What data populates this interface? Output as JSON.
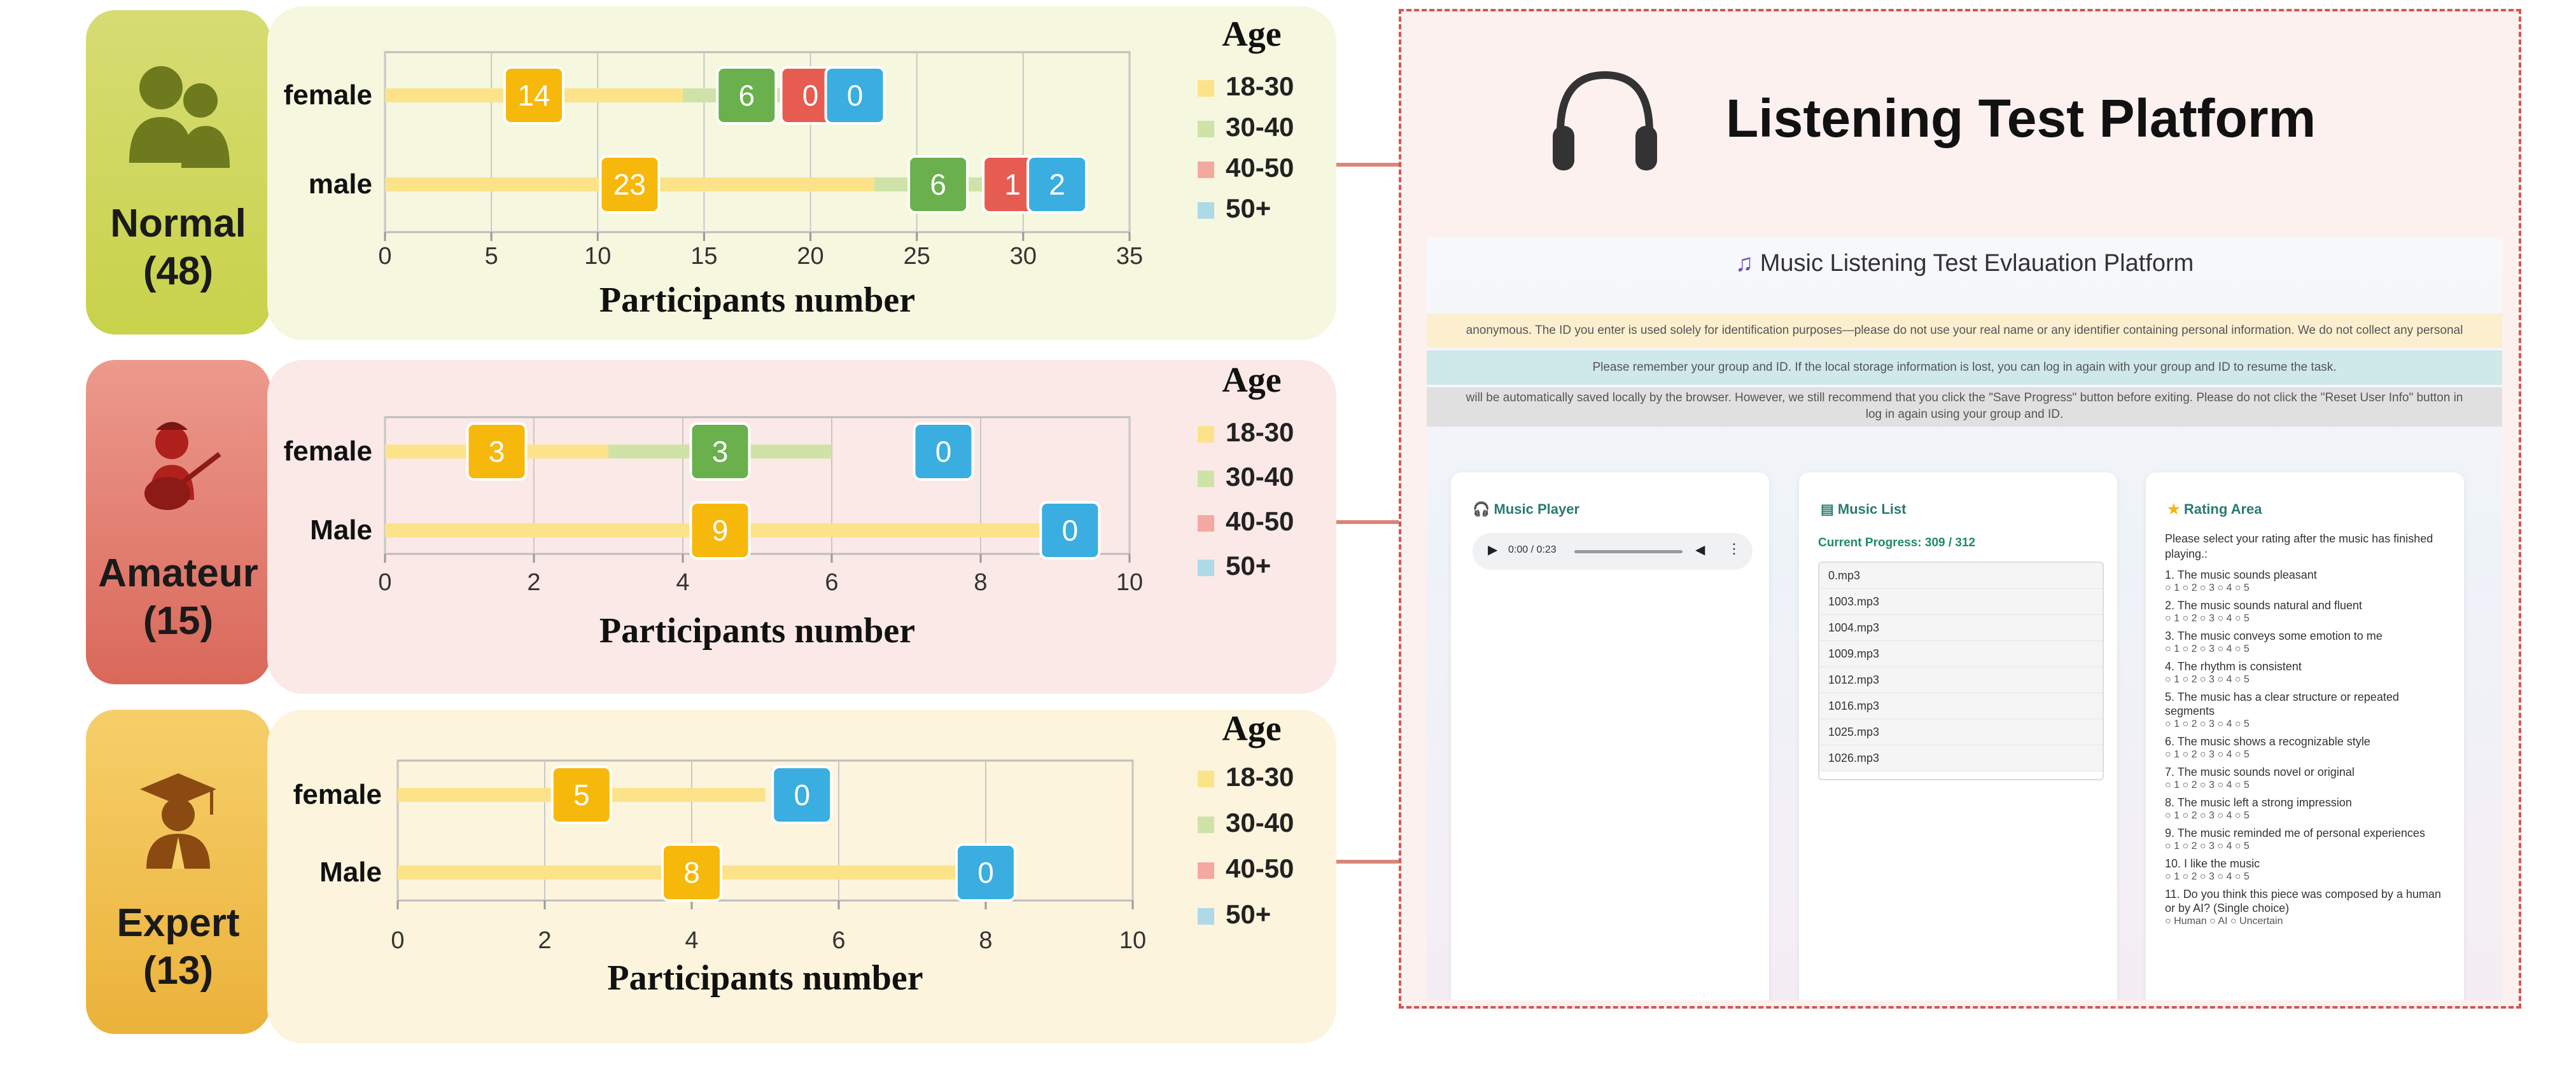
{
  "colors": {
    "age_18_30": "#fce38a",
    "age_30_40": "#cfe3a8",
    "age_40_50": "#f4a9a0",
    "age_50_plus": "#aed9e6",
    "box_18_30": "#f7b80c",
    "box_30_40": "#6ab04c",
    "box_40_50": "#e65c50",
    "box_50_plus": "#3aaee0"
  },
  "groups": [
    {
      "name": "Normal",
      "count": "(48)"
    },
    {
      "name": "Amateur",
      "count": "(15)"
    },
    {
      "name": "Expert",
      "count": "(13)"
    }
  ],
  "chart_data": [
    {
      "type": "bar",
      "orientation": "horizontal",
      "stacked": true,
      "categories": [
        "female",
        "male"
      ],
      "legend_title": "Age",
      "legend": [
        "18-30",
        "30-40",
        "40-50",
        "50+"
      ],
      "series": [
        {
          "name": "18-30",
          "values": [
            14,
            23
          ]
        },
        {
          "name": "30-40",
          "values": [
            6,
            6
          ]
        },
        {
          "name": "40-50",
          "values": [
            0,
            1
          ]
        },
        {
          "name": "50+",
          "values": [
            0,
            2
          ]
        }
      ],
      "xlabel": "Participants number",
      "xlim": [
        0,
        35
      ],
      "xticks": [
        0,
        5,
        10,
        15,
        20,
        25,
        30,
        35
      ]
    },
    {
      "type": "bar",
      "orientation": "horizontal",
      "stacked": true,
      "categories": [
        "female",
        "Male"
      ],
      "legend_title": "Age",
      "legend": [
        "18-30",
        "30-40",
        "40-50",
        "50+"
      ],
      "series": [
        {
          "name": "18-30",
          "values": [
            3,
            9
          ]
        },
        {
          "name": "30-40",
          "values": [
            3,
            0
          ]
        },
        {
          "name": "40-50",
          "values": [
            0,
            0
          ]
        },
        {
          "name": "50+",
          "values": [
            0,
            0
          ]
        }
      ],
      "xlabel": "Participants number",
      "xlim": [
        0,
        10
      ],
      "xticks": [
        0,
        2,
        4,
        6,
        8,
        10
      ]
    },
    {
      "type": "bar",
      "orientation": "horizontal",
      "stacked": true,
      "categories": [
        "female",
        "Male"
      ],
      "legend_title": "Age",
      "legend": [
        "18-30",
        "30-40",
        "40-50",
        "50+"
      ],
      "series": [
        {
          "name": "18-30",
          "values": [
            5,
            8
          ]
        },
        {
          "name": "30-40",
          "values": [
            0,
            0
          ]
        },
        {
          "name": "40-50",
          "values": [
            0,
            0
          ]
        },
        {
          "name": "50+",
          "values": [
            0,
            0
          ]
        }
      ],
      "xlabel": "Participants number",
      "xlim": [
        0,
        10
      ],
      "xticks": [
        0,
        2,
        4,
        6,
        8,
        10
      ]
    }
  ],
  "platform": {
    "title": "Listening Test Platform",
    "app_title": "Music Listening Test Evlauation Platform",
    "banner1": "anonymous. The ID you enter is used solely for identification purposes—please do not use your real name or any identifier containing personal information. We do not collect any personal",
    "banner2": "Please remember your group and ID. If the local storage information is lost, you can log in again with your group and ID to resume the task.",
    "banner3a": "will be automatically saved locally by the browser. However, we still recommend that you click the \"Save Progress\" button before exiting. Please do not click the \"Reset User Info\" button in",
    "banner3b": "log in again using your group and ID.",
    "player_title": "Music Player",
    "player_time": "0:00 / 0:23",
    "list_title": "Music List",
    "progress": "Current Progress: 309 / 312",
    "list": [
      "0.mp3",
      "1003.mp3",
      "1004.mp3",
      "1009.mp3",
      "1012.mp3",
      "1016.mp3",
      "1025.mp3",
      "1026.mp3"
    ],
    "rating_title": "Rating Area",
    "rating_intro": "Please select your rating after the music has finished playing.:",
    "options": "○ 1 ○ 2 ○ 3 ○ 4 ○ 5",
    "questions": [
      "1. The music sounds pleasant",
      "2. The music sounds natural and fluent",
      "3. The music conveys some emotion to me",
      "4. The rhythm is consistent",
      "5. The music has a clear structure or repeated segments",
      "6. The music shows a recognizable style",
      "7. The music sounds novel or original",
      "8. The music left a strong impression",
      "9. The music reminded me of personal experiences",
      "10. I like the music"
    ],
    "q11": "11. Do you think this piece was composed by a human or by AI? (Single choice)",
    "q11_options": "○ Human ○ AI ○ Uncertain"
  }
}
